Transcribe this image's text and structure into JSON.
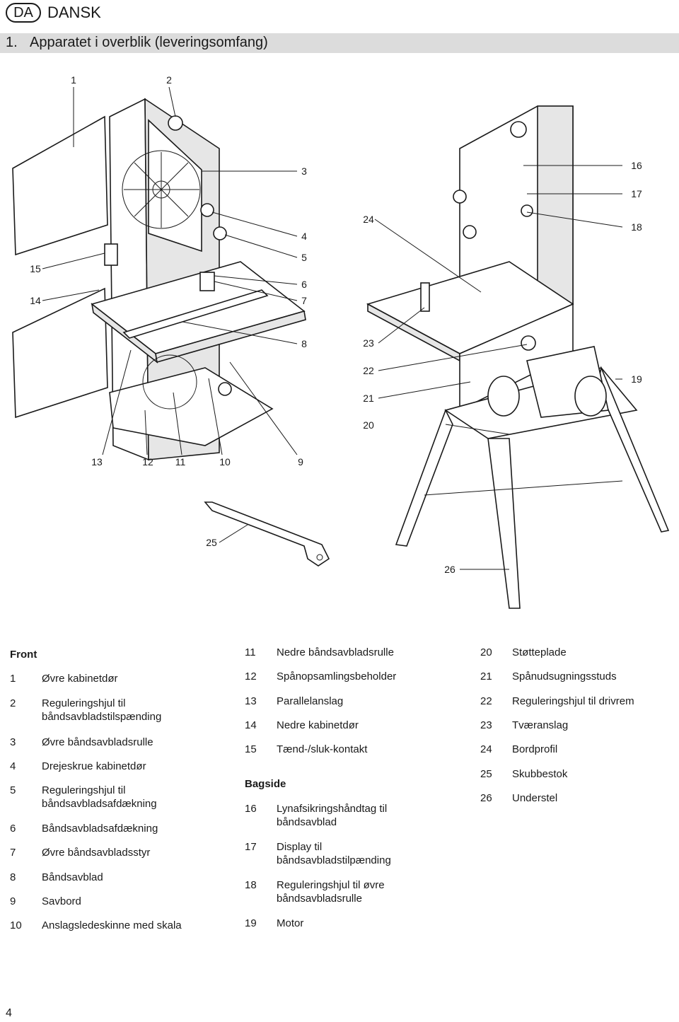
{
  "header": {
    "lang_code": "DA",
    "lang_name": "DANSK"
  },
  "section": {
    "number": "1.",
    "title": "Apparatet i overblik (leveringsomfang)"
  },
  "callouts": [
    "1",
    "2",
    "3",
    "4",
    "5",
    "6",
    "7",
    "8",
    "9",
    "10",
    "11",
    "12",
    "13",
    "14",
    "15",
    "16",
    "17",
    "18",
    "19",
    "20",
    "21",
    "22",
    "23",
    "24",
    "25",
    "26"
  ],
  "legend": {
    "front_heading": "Front",
    "back_heading": "Bagside",
    "col1": [
      {
        "n": "1",
        "t": [
          "Øvre kabinetdør"
        ]
      },
      {
        "n": "2",
        "t": [
          "Reguleringshjul til",
          "båndsavbladstilspænding"
        ]
      },
      {
        "n": "3",
        "t": [
          "Øvre båndsavbladsrulle"
        ]
      },
      {
        "n": "4",
        "t": [
          "Drejeskrue kabinetdør"
        ]
      },
      {
        "n": "5",
        "t": [
          "Reguleringshjul til",
          "båndsavbladsafdækning"
        ]
      },
      {
        "n": "6",
        "t": [
          "Båndsavbladsafdækning"
        ]
      },
      {
        "n": "7",
        "t": [
          "Øvre båndsavbladsstyr"
        ]
      },
      {
        "n": "8",
        "t": [
          "Båndsavblad"
        ]
      },
      {
        "n": "9",
        "t": [
          "Savbord"
        ]
      },
      {
        "n": "10",
        "t": [
          "Anslagsledeskinne med skala"
        ]
      }
    ],
    "col2a": [
      {
        "n": "11",
        "t": [
          "Nedre båndsavbladsrulle"
        ]
      },
      {
        "n": "12",
        "t": [
          "Spånopsamlingsbeholder"
        ]
      },
      {
        "n": "13",
        "t": [
          "Parallelanslag"
        ]
      },
      {
        "n": "14",
        "t": [
          "Nedre kabinetdør"
        ]
      },
      {
        "n": "15",
        "t": [
          "Tænd-/sluk-kontakt"
        ]
      }
    ],
    "col2b": [
      {
        "n": "16",
        "t": [
          "Lynafsikringshåndtag til",
          "båndsavblad"
        ]
      },
      {
        "n": "17",
        "t": [
          "Display til",
          "båndsavbladstilpænding"
        ]
      },
      {
        "n": "18",
        "t": [
          "Reguleringshjul til øvre",
          "båndsavbladsrulle"
        ]
      },
      {
        "n": "19",
        "t": [
          "Motor"
        ]
      }
    ],
    "col3": [
      {
        "n": "20",
        "t": [
          "Støtteplade"
        ]
      },
      {
        "n": "21",
        "t": [
          "Spånudsugningsstuds"
        ]
      },
      {
        "n": "22",
        "t": [
          "Reguleringshjul til drivrem"
        ]
      },
      {
        "n": "23",
        "t": [
          "Tværanslag"
        ]
      },
      {
        "n": "24",
        "t": [
          "Bordprofil"
        ]
      },
      {
        "n": "25",
        "t": [
          "Skubbestok"
        ]
      },
      {
        "n": "26",
        "t": [
          "Understel"
        ]
      }
    ]
  },
  "footer": {
    "page_number": "4"
  }
}
